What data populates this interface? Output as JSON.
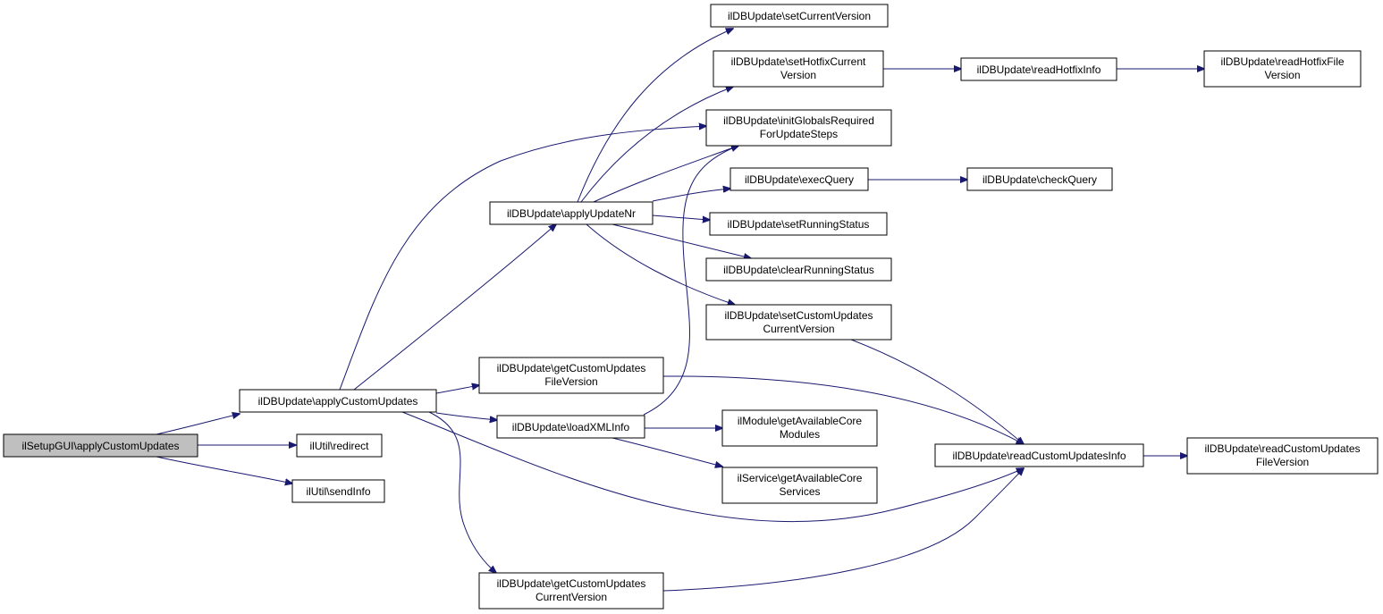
{
  "colors": {
    "edge": "#191970",
    "root_fill": "#bfbfbf",
    "node_fill": "#ffffff",
    "border": "#000000"
  },
  "nodes": {
    "root": [
      "ilSetupGUI\\applyCustomUpdates"
    ],
    "applyCustomUpdates": [
      "ilDBUpdate\\applyCustomUpdates"
    ],
    "redirect": [
      "ilUtil\\redirect"
    ],
    "sendInfo": [
      "ilUtil\\sendInfo"
    ],
    "applyUpdateNr": [
      "ilDBUpdate\\applyUpdateNr"
    ],
    "getCustomUpdatesFileVersion": [
      "ilDBUpdate\\getCustomUpdates",
      "FileVersion"
    ],
    "loadXMLInfo": [
      "ilDBUpdate\\loadXMLInfo"
    ],
    "getCustomUpdatesCurrentVersion": [
      "ilDBUpdate\\getCustomUpdates",
      "CurrentVersion"
    ],
    "setCurrentVersion": [
      "ilDBUpdate\\setCurrentVersion"
    ],
    "setHotfixCurrentVersion": [
      "ilDBUpdate\\setHotfixCurrent",
      "Version"
    ],
    "initGlobals": [
      "ilDBUpdate\\initGlobalsRequired",
      "ForUpdateSteps"
    ],
    "execQuery": [
      "ilDBUpdate\\execQuery"
    ],
    "setRunningStatus": [
      "ilDBUpdate\\setRunningStatus"
    ],
    "clearRunningStatus": [
      "ilDBUpdate\\clearRunningStatus"
    ],
    "setCustomUpdatesCurrentVersion": [
      "ilDBUpdate\\setCustomUpdates",
      "CurrentVersion"
    ],
    "getAvailableCoreModules": [
      "ilModule\\getAvailableCore",
      "Modules"
    ],
    "getAvailableCoreServices": [
      "ilService\\getAvailableCore",
      "Services"
    ],
    "readHotfixInfo": [
      "ilDBUpdate\\readHotfixInfo"
    ],
    "checkQuery": [
      "ilDBUpdate\\checkQuery"
    ],
    "readCustomUpdatesInfo": [
      "ilDBUpdate\\readCustomUpdatesInfo"
    ],
    "readHotfixFileVersion": [
      "ilDBUpdate\\readHotfixFile",
      "Version"
    ],
    "readCustomUpdatesFileVersion": [
      "ilDBUpdate\\readCustomUpdates",
      "FileVersion"
    ]
  }
}
